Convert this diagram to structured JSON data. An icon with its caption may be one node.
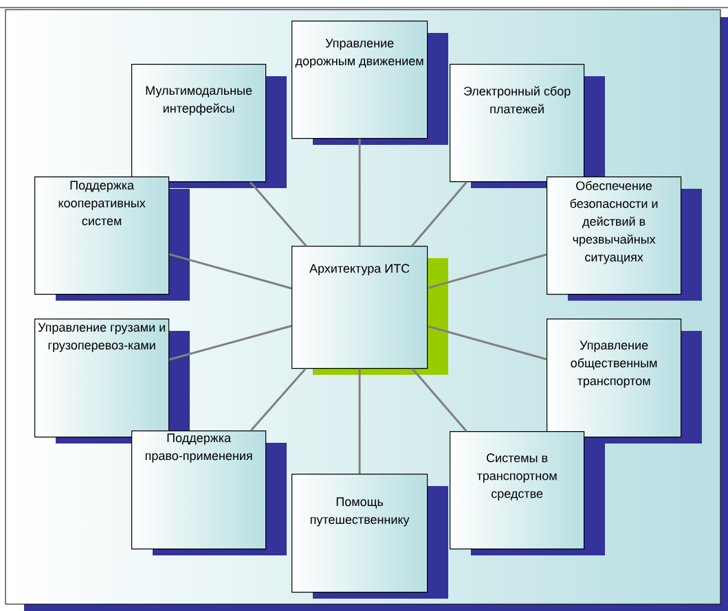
{
  "diagram": {
    "nodes": [
      {
        "text": [
          "Управление дорожным движением"
        ]
      },
      {
        "text": [
          "Мультимодальные интерфейсы"
        ]
      },
      {
        "text": [
          "Электронный сбор платежей"
        ]
      },
      {
        "text": [
          "Поддержка кооперативных систем"
        ]
      },
      {
        "text": [
          "Обеспечение безопасности и действий в чрезвычайных ситуациях"
        ]
      },
      {
        "text": [
          "Архитектура ИТС"
        ]
      },
      {
        "text": [
          "Управление грузами и грузоперевоз-ками"
        ]
      },
      {
        "text": [
          "Управление общественным транспортом"
        ]
      },
      {
        "text": [
          "Поддержка право-применения"
        ]
      },
      {
        "text": [
          "Системы в транспортном средстве"
        ]
      },
      {
        "text": [
          "Помощь путешественнику"
        ]
      }
    ],
    "edges": [
      {
        "from": 5,
        "to": 0,
        "arrow": "none"
      },
      {
        "from": 5,
        "to": 1,
        "arrow": "none"
      },
      {
        "from": 5,
        "to": 2,
        "arrow": "none"
      },
      {
        "from": 5,
        "to": 3,
        "arrow": "none"
      },
      {
        "from": 5,
        "to": 4,
        "arrow": "none"
      },
      {
        "from": 5,
        "to": 6,
        "arrow": "none"
      },
      {
        "from": 5,
        "to": 7,
        "arrow": "none"
      },
      {
        "from": 5,
        "to": 8,
        "arrow": "none"
      },
      {
        "from": 5,
        "to": 9,
        "arrow": "none"
      },
      {
        "from": 5,
        "to": 10,
        "arrow": "none"
      }
    ]
  }
}
